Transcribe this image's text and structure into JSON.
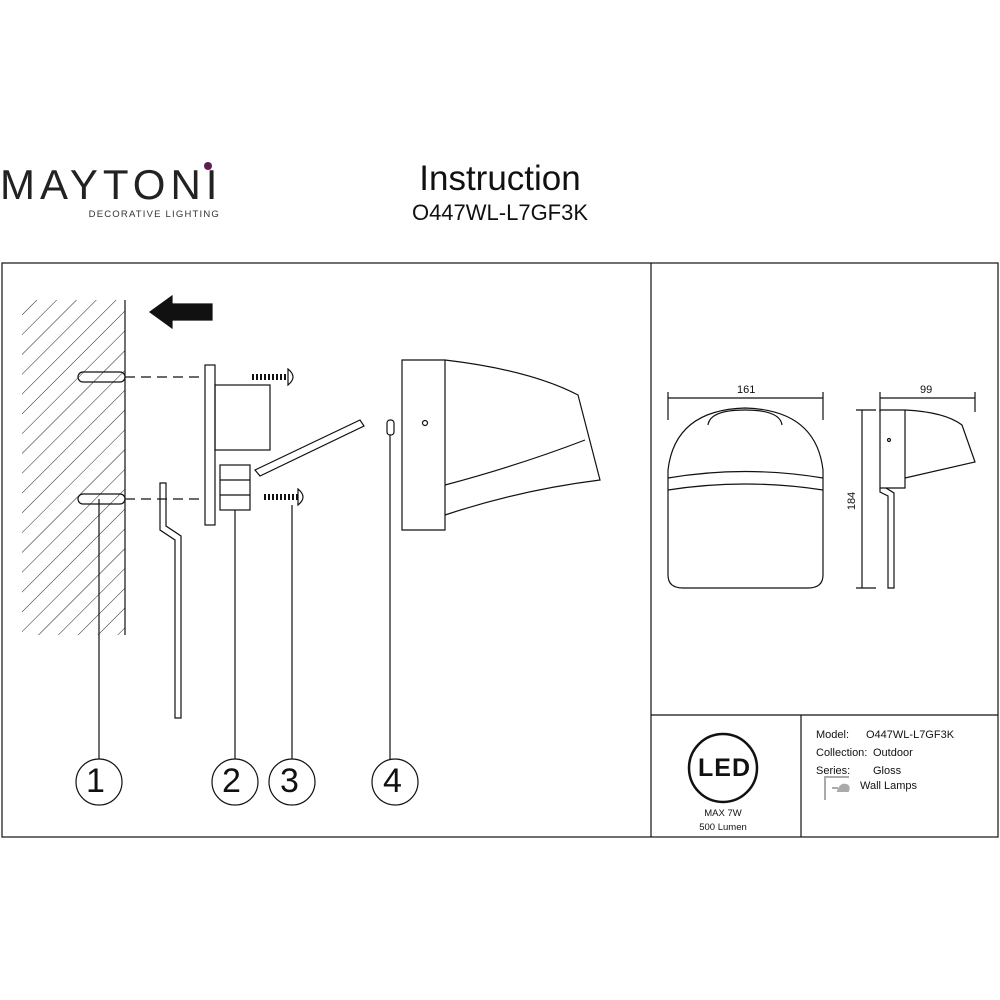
{
  "header": {
    "brand": "MAYTONI",
    "brand_tagline": "DECORATIVE LIGHTING",
    "title": "Instruction",
    "model_code": "O447WL-L7GF3K"
  },
  "diagram": {
    "callouts": [
      "1",
      "2",
      "3",
      "4"
    ]
  },
  "dimensions": {
    "width": "161",
    "depth": "99",
    "height": "184"
  },
  "badge": {
    "icon": "LED",
    "power": "MAX 7W",
    "lumen": "500 Lumen"
  },
  "specs": {
    "model_label": "Model:",
    "model_value": "O447WL-L7GF3K",
    "collection_label": "Collection:",
    "collection_value": "Outdoor",
    "series_label": "Series:",
    "series_value": "Gloss",
    "type_value": "Wall Lamps"
  },
  "colors": {
    "accent": "#5a1f4f",
    "line": "#111111"
  }
}
